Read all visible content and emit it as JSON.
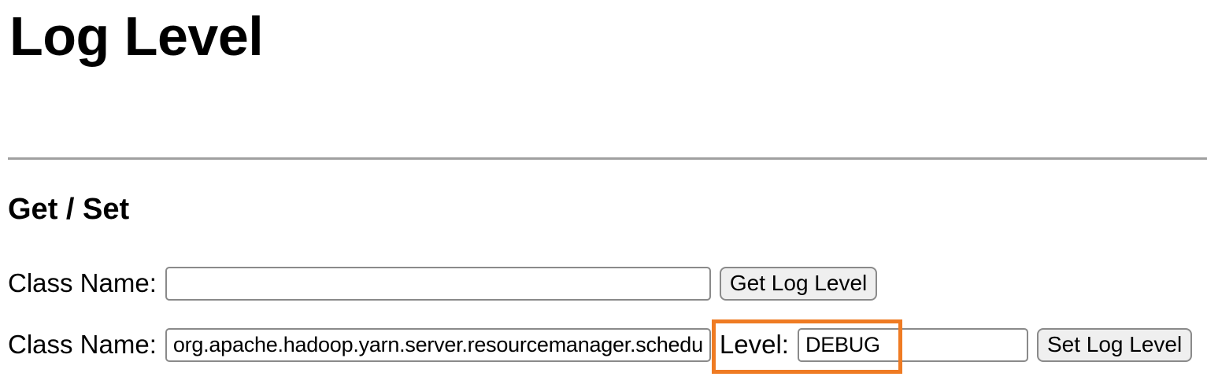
{
  "page": {
    "title": "Log Level",
    "section_heading": "Get / Set"
  },
  "get_form": {
    "class_name_label": "Class Name:",
    "class_name_value": "",
    "button_label": "Get Log Level"
  },
  "set_form": {
    "class_name_label": "Class Name:",
    "class_name_value": "org.apache.hadoop.yarn.server.resourcemanager.schedu",
    "level_label": "Level:",
    "level_value": "DEBUG",
    "button_label": "Set Log Level"
  },
  "annotation": {
    "highlight_color": "#EF7B23"
  }
}
